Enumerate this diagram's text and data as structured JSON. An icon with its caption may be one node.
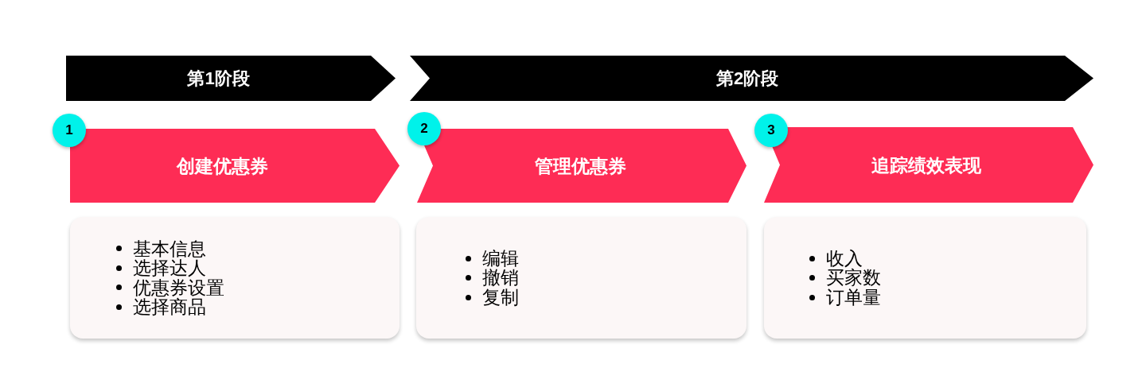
{
  "diagram": {
    "nodes": [
      {
        "text": [
          "第1阶段"
        ]
      },
      {
        "text": [
          "第2阶段"
        ]
      },
      {
        "text": [
          "1"
        ]
      },
      {
        "text": [
          "创建优惠券"
        ]
      },
      {
        "text": [
          "2"
        ]
      },
      {
        "text": [
          "管理优惠券"
        ]
      },
      {
        "text": [
          "3"
        ]
      },
      {
        "text": [
          "追踪绩效表现"
        ]
      },
      {
        "text": [
          "基本信息",
          "选择达人",
          "优惠券设置",
          "选择商品"
        ]
      },
      {
        "text": [
          "编辑",
          "撤销",
          "复制"
        ]
      },
      {
        "text": [
          "收入",
          "买家数",
          "订单量"
        ]
      }
    ]
  }
}
